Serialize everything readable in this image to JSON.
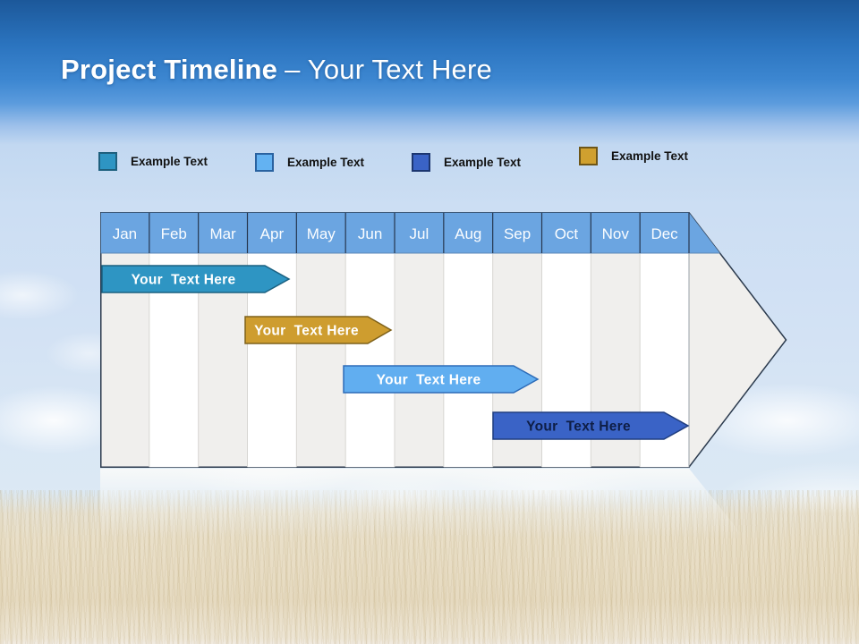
{
  "header": {
    "title_bold": "Project Timeline",
    "title_light": "– Your Text Here"
  },
  "legend": {
    "items": [
      {
        "label": "Example Text",
        "color": "#2E95C3"
      },
      {
        "label": "Example Text",
        "color": "#63B2F2"
      },
      {
        "label": "Example Text",
        "color": "#3A63C6"
      },
      {
        "label": "Example Text",
        "color": "#D0A02F"
      }
    ]
  },
  "chart_data": {
    "type": "bar",
    "subtype": "gantt-timeline",
    "title": "Project Timeline – Your Text Here",
    "months": [
      "Jan",
      "Feb",
      "Mar",
      "Apr",
      "May",
      "Jun",
      "Jul",
      "Aug",
      "Sep",
      "Oct",
      "Nov",
      "Dec"
    ],
    "header_fill": "#6BA5E1",
    "column_fills": [
      "#F0EFED",
      "#FFFFFF"
    ],
    "arrow_shape": "right-pointing-arrow",
    "bars": [
      {
        "label": "Your  Text Here",
        "color": "#2E95C3",
        "border": "#1A6080",
        "text_color": "#FFFFFF",
        "row": 1,
        "start_month": "Jan",
        "end_month": "Apr"
      },
      {
        "label": "Your  Text Here",
        "color": "#CE9D2F",
        "border": "#7E611A",
        "text_color": "#FFFFFF",
        "row": 2,
        "start_month": "Apr",
        "end_month": "Jun"
      },
      {
        "label": "Your  Text Here",
        "color": "#61AEF0",
        "border": "#2D6CB8",
        "text_color": "#FFFFFF",
        "row": 3,
        "start_month": "Jun",
        "end_month": "Sep"
      },
      {
        "label": "Your  Text Here",
        "color": "#3A63C6",
        "border": "#203E80",
        "text_color": "#0E1E46",
        "row": 4,
        "start_month": "Sep",
        "end_month": "Dec"
      }
    ]
  }
}
